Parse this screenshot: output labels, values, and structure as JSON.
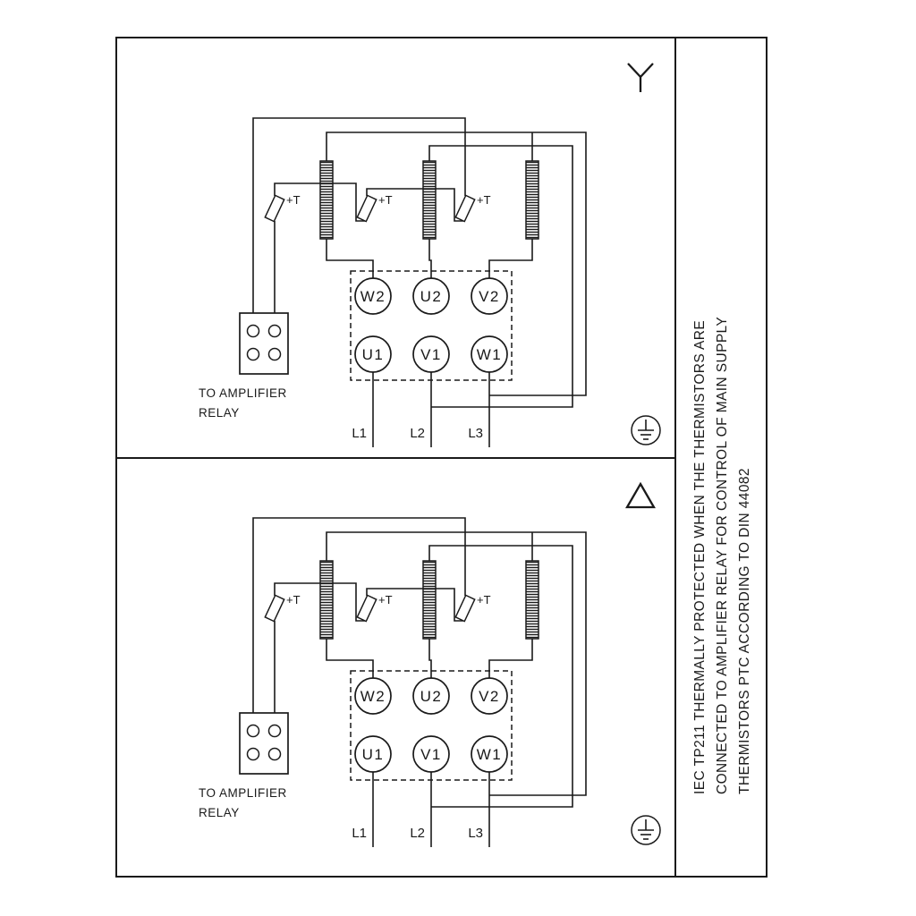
{
  "colors": {
    "ink": "#1a1a1a",
    "background": "#ffffff"
  },
  "note_panel": {
    "line1": "IEC TP211 THERMALLY PROTECTED WHEN THE THERMISTORS ARE",
    "line2": "CONNECTED TO AMPLIFIER RELAY FOR CONTROL OF MAIN SUPPLY",
    "line3": "THERMISTORS PTC ACCORDING TO DIN 44082"
  },
  "diagram_labels": {
    "relay_line1": "TO AMPLIFIER",
    "relay_line2": "RELAY",
    "thermistor": "+T",
    "t_top": [
      "W2",
      "U2",
      "V2"
    ],
    "t_bottom": [
      "U1",
      "V1",
      "W1"
    ],
    "supply": [
      "L1",
      "L2",
      "L3"
    ]
  },
  "icons": {
    "star": "star-connection-icon",
    "delta": "delta-connection-icon",
    "earth": "protective-earth-icon"
  }
}
